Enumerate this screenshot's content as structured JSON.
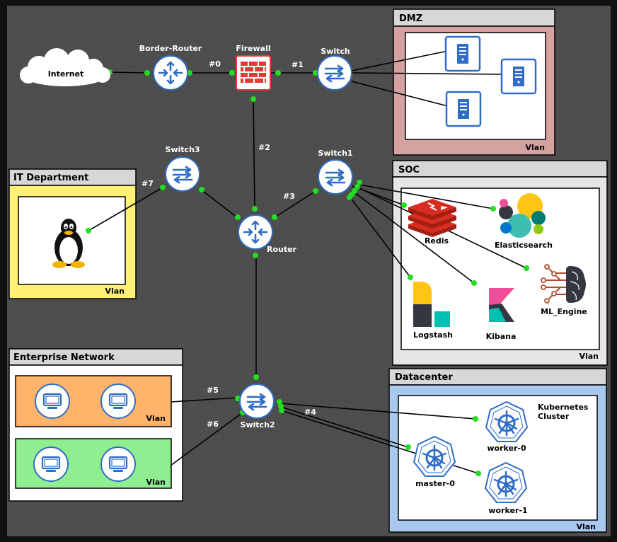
{
  "nodes": {
    "internet": "Internet",
    "border_router": "Border-Router",
    "firewall": "Firewall",
    "switch": "Switch",
    "switch1": "Switch1",
    "switch2": "Switch2",
    "switch3": "Switch3",
    "router": "Router"
  },
  "link_labels": {
    "l0": "#0",
    "l1": "#1",
    "l2": "#2",
    "l3": "#3",
    "l4": "#4",
    "l5": "#5",
    "l6": "#6",
    "l7": "#7"
  },
  "zones": {
    "dmz": {
      "title": "DMZ",
      "vlan": "Vlan"
    },
    "it": {
      "title": "IT Department",
      "vlan": "Vlan"
    },
    "soc": {
      "title": "SOC",
      "vlan": "Vlan",
      "apps": {
        "redis": "Redis",
        "elasticsearch": "Elasticsearch",
        "logstash": "Logstash",
        "kibana": "Kibana",
        "ml_engine": "ML_Engine"
      }
    },
    "enterprise": {
      "title": "Enterprise Network",
      "vlan1": "Vlan",
      "vlan2": "Vlan"
    },
    "datacenter": {
      "title": "Datacenter",
      "vlan": "Vlan",
      "cluster": "Kubernetes Cluster",
      "cluster_line1": "Kubernetes",
      "cluster_line2": "Cluster",
      "worker0": "worker-0",
      "master0": "master-0",
      "worker1": "worker-1"
    }
  },
  "colors": {
    "background": "#4d4d4d",
    "dmz": "#d4a2a0",
    "it": "#fff176",
    "soc": "#e0e0e0",
    "enterprise_vlan1": "#ffb36b",
    "enterprise_vlan2": "#90ee90",
    "datacenter": "#a8c8f0",
    "network_icon": "#2f6dc6",
    "firewall": "#e53935",
    "port": "#22dd22"
  }
}
